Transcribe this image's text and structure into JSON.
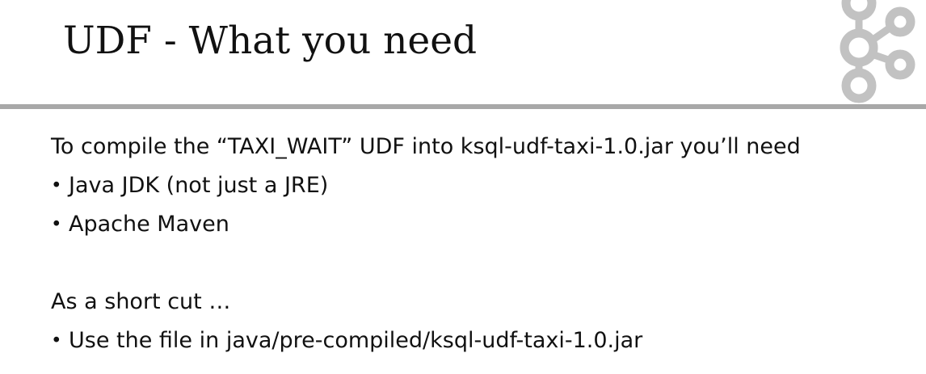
{
  "slide": {
    "title": "UDF - What you need",
    "logo_icon": "kafka-logo-icon",
    "intro": "To compile the “TAXI_WAIT” UDF into ksql-udf-taxi-1.0.jar you’ll need",
    "requirements": [
      "Java JDK (not just a JRE)",
      "Apache Maven"
    ],
    "shortcut_heading": "As a short cut …",
    "shortcut_items": [
      "Use the file in java/pre-compiled/ksql-udf-taxi-1.0.jar"
    ],
    "bullet_glyph": "•",
    "colors": {
      "divider": "#a8a8a8",
      "logo": "#c2c2c2",
      "text": "#111111"
    }
  }
}
